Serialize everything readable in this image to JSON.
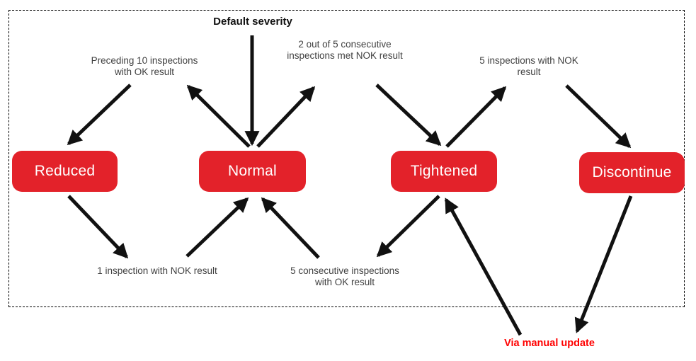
{
  "diagram": {
    "title": "Default severity",
    "states": [
      {
        "id": "reduced",
        "label": "Reduced"
      },
      {
        "id": "normal",
        "label": "Normal"
      },
      {
        "id": "tightened",
        "label": "Tightened"
      },
      {
        "id": "discontinue",
        "label": "Discontinue"
      }
    ],
    "transition_labels": {
      "preceding_ok": "Preceding 10 inspections with OK result",
      "two_of_five_nok": "2 out of 5 consecutive inspections met NOK result",
      "five_nok": "5 inspections with NOK result",
      "one_nok": "1 inspection with NOK result",
      "five_consecutive_ok": "5 consecutive inspections with OK result",
      "manual_update": "Via manual update"
    },
    "colors": {
      "state_fill": "#e3222a",
      "state_text": "#ffffff",
      "arrow": "#111111",
      "label_text": "#404040",
      "manual_label_text": "#ff0000",
      "frame_border": "#000000"
    }
  }
}
